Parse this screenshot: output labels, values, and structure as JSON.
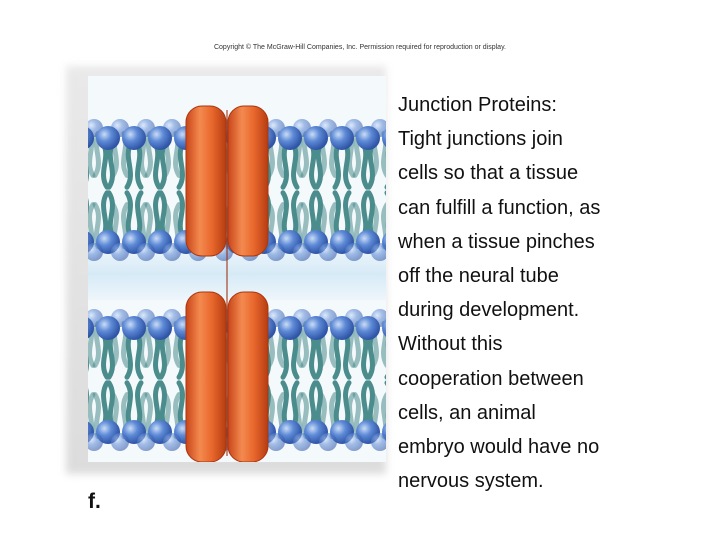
{
  "copyright": "Copyright © The McGraw-Hill Companies, Inc. Permission required for reproduction or display.",
  "figure_label": "f.",
  "caption_lines": [
    "Junction Proteins:",
    "Tight junctions join",
    "cells so that a tissue",
    "can fulfill a function, as",
    "when a tissue pinches",
    "off the neural tube",
    "during development.",
    "Without this",
    "cooperation between",
    "cells, an animal",
    "embryo would have no",
    "nervous system."
  ],
  "colors": {
    "phospholipid_head": "#4a78c8",
    "phospholipid_tail": "#4b8c8c",
    "junction_protein": "#e8672c",
    "extracellular_space": "#d8ebf6"
  }
}
